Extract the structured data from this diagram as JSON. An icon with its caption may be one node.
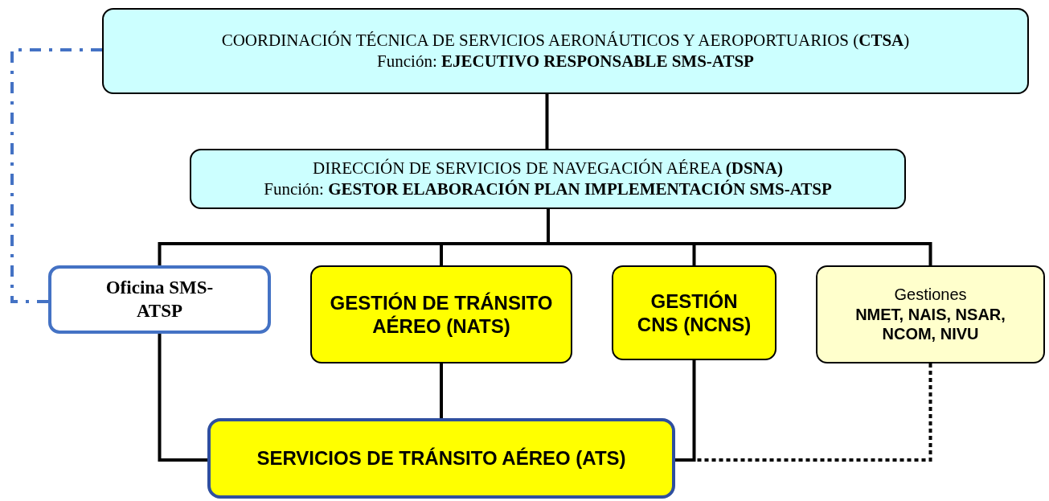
{
  "diagram": {
    "nodes": [
      {
        "text": [
          "COORDINACIÓN TÉCNICA DE SERVICIOS AERONÁUTICOS Y AEROPORTUARIOS (**CTSA**)",
          "Función: **EJECUTIVO RESPONSABLE SMS-ATSP**"
        ]
      },
      {
        "text": [
          "DIRECCIÓN DE SERVICIOS DE NAVEGACIÓN AÉREA **(DSNA)**",
          "Función: **GESTOR ELABORACIÓN PLAN IMPLEMENTACIÓN SMS-ATSP**"
        ]
      },
      {
        "text": [
          "Oficina SMS-ATSP"
        ]
      },
      {
        "text": [
          "GESTIÓN DE TRÁNSITO AÉREO (NATS)"
        ]
      },
      {
        "text": [
          "GESTIÓN CNS (NCNS)"
        ]
      },
      {
        "text": [
          "Gestiones",
          "NMET, NAIS, NSAR, NCOM, NIVU"
        ]
      },
      {
        "text": [
          "SERVICIOS DE TRÁNSITO AÉREO (ATS)"
        ]
      }
    ],
    "edges": [
      {
        "from": 0,
        "to": 1,
        "arrow": "none"
      },
      {
        "from": 1,
        "to": 2,
        "arrow": "none"
      },
      {
        "from": 1,
        "to": 3,
        "arrow": "none"
      },
      {
        "from": 1,
        "to": 4,
        "arrow": "none"
      },
      {
        "from": 1,
        "to": 5,
        "arrow": "none"
      },
      {
        "from": 0,
        "to": 2,
        "arrow": "none",
        "style": "dashed",
        "color": "#4472c4"
      },
      {
        "from": 2,
        "to": 6,
        "arrow": "none"
      },
      {
        "from": 3,
        "to": 6,
        "arrow": "none"
      },
      {
        "from": 4,
        "to": 6,
        "arrow": "none"
      },
      {
        "from": 5,
        "to": 6,
        "arrow": "none",
        "style": "dashed"
      }
    ]
  }
}
